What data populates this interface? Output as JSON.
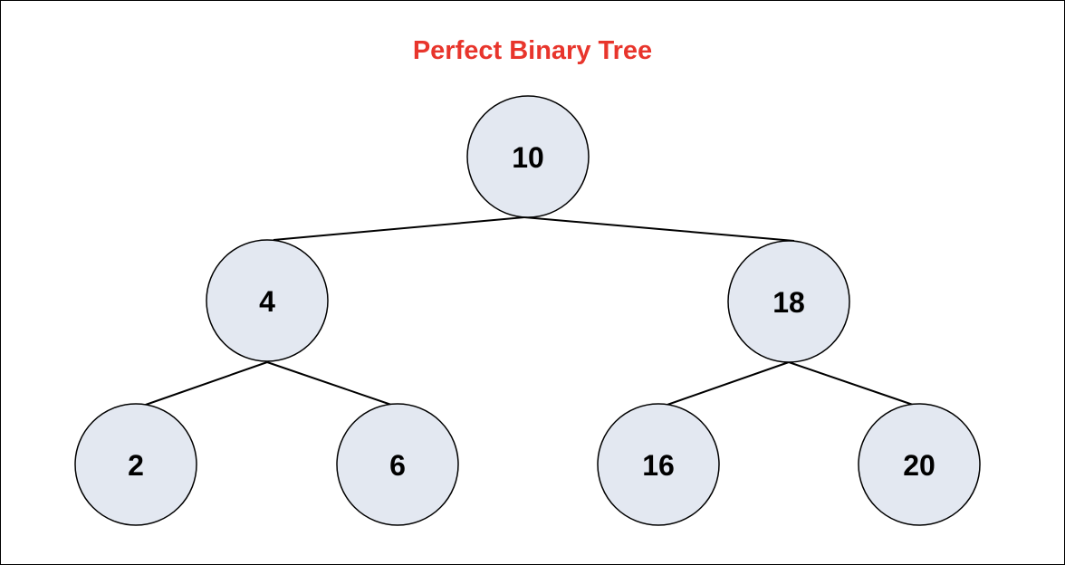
{
  "title": "Perfect Binary Tree",
  "colors": {
    "title": "#e8352c",
    "node_fill": "#e3e8f1",
    "node_stroke": "#000000",
    "edge": "#000000"
  },
  "tree": {
    "nodes": [
      {
        "id": "n10",
        "label": "10"
      },
      {
        "id": "n4",
        "label": "4"
      },
      {
        "id": "n18",
        "label": "18"
      },
      {
        "id": "n2",
        "label": "2"
      },
      {
        "id": "n6",
        "label": "6"
      },
      {
        "id": "n16",
        "label": "16"
      },
      {
        "id": "n20",
        "label": "20"
      }
    ],
    "edges": [
      {
        "from": "n10",
        "to": "n4"
      },
      {
        "from": "n10",
        "to": "n18"
      },
      {
        "from": "n4",
        "to": "n2"
      },
      {
        "from": "n4",
        "to": "n6"
      },
      {
        "from": "n18",
        "to": "n16"
      },
      {
        "from": "n18",
        "to": "n20"
      }
    ]
  }
}
